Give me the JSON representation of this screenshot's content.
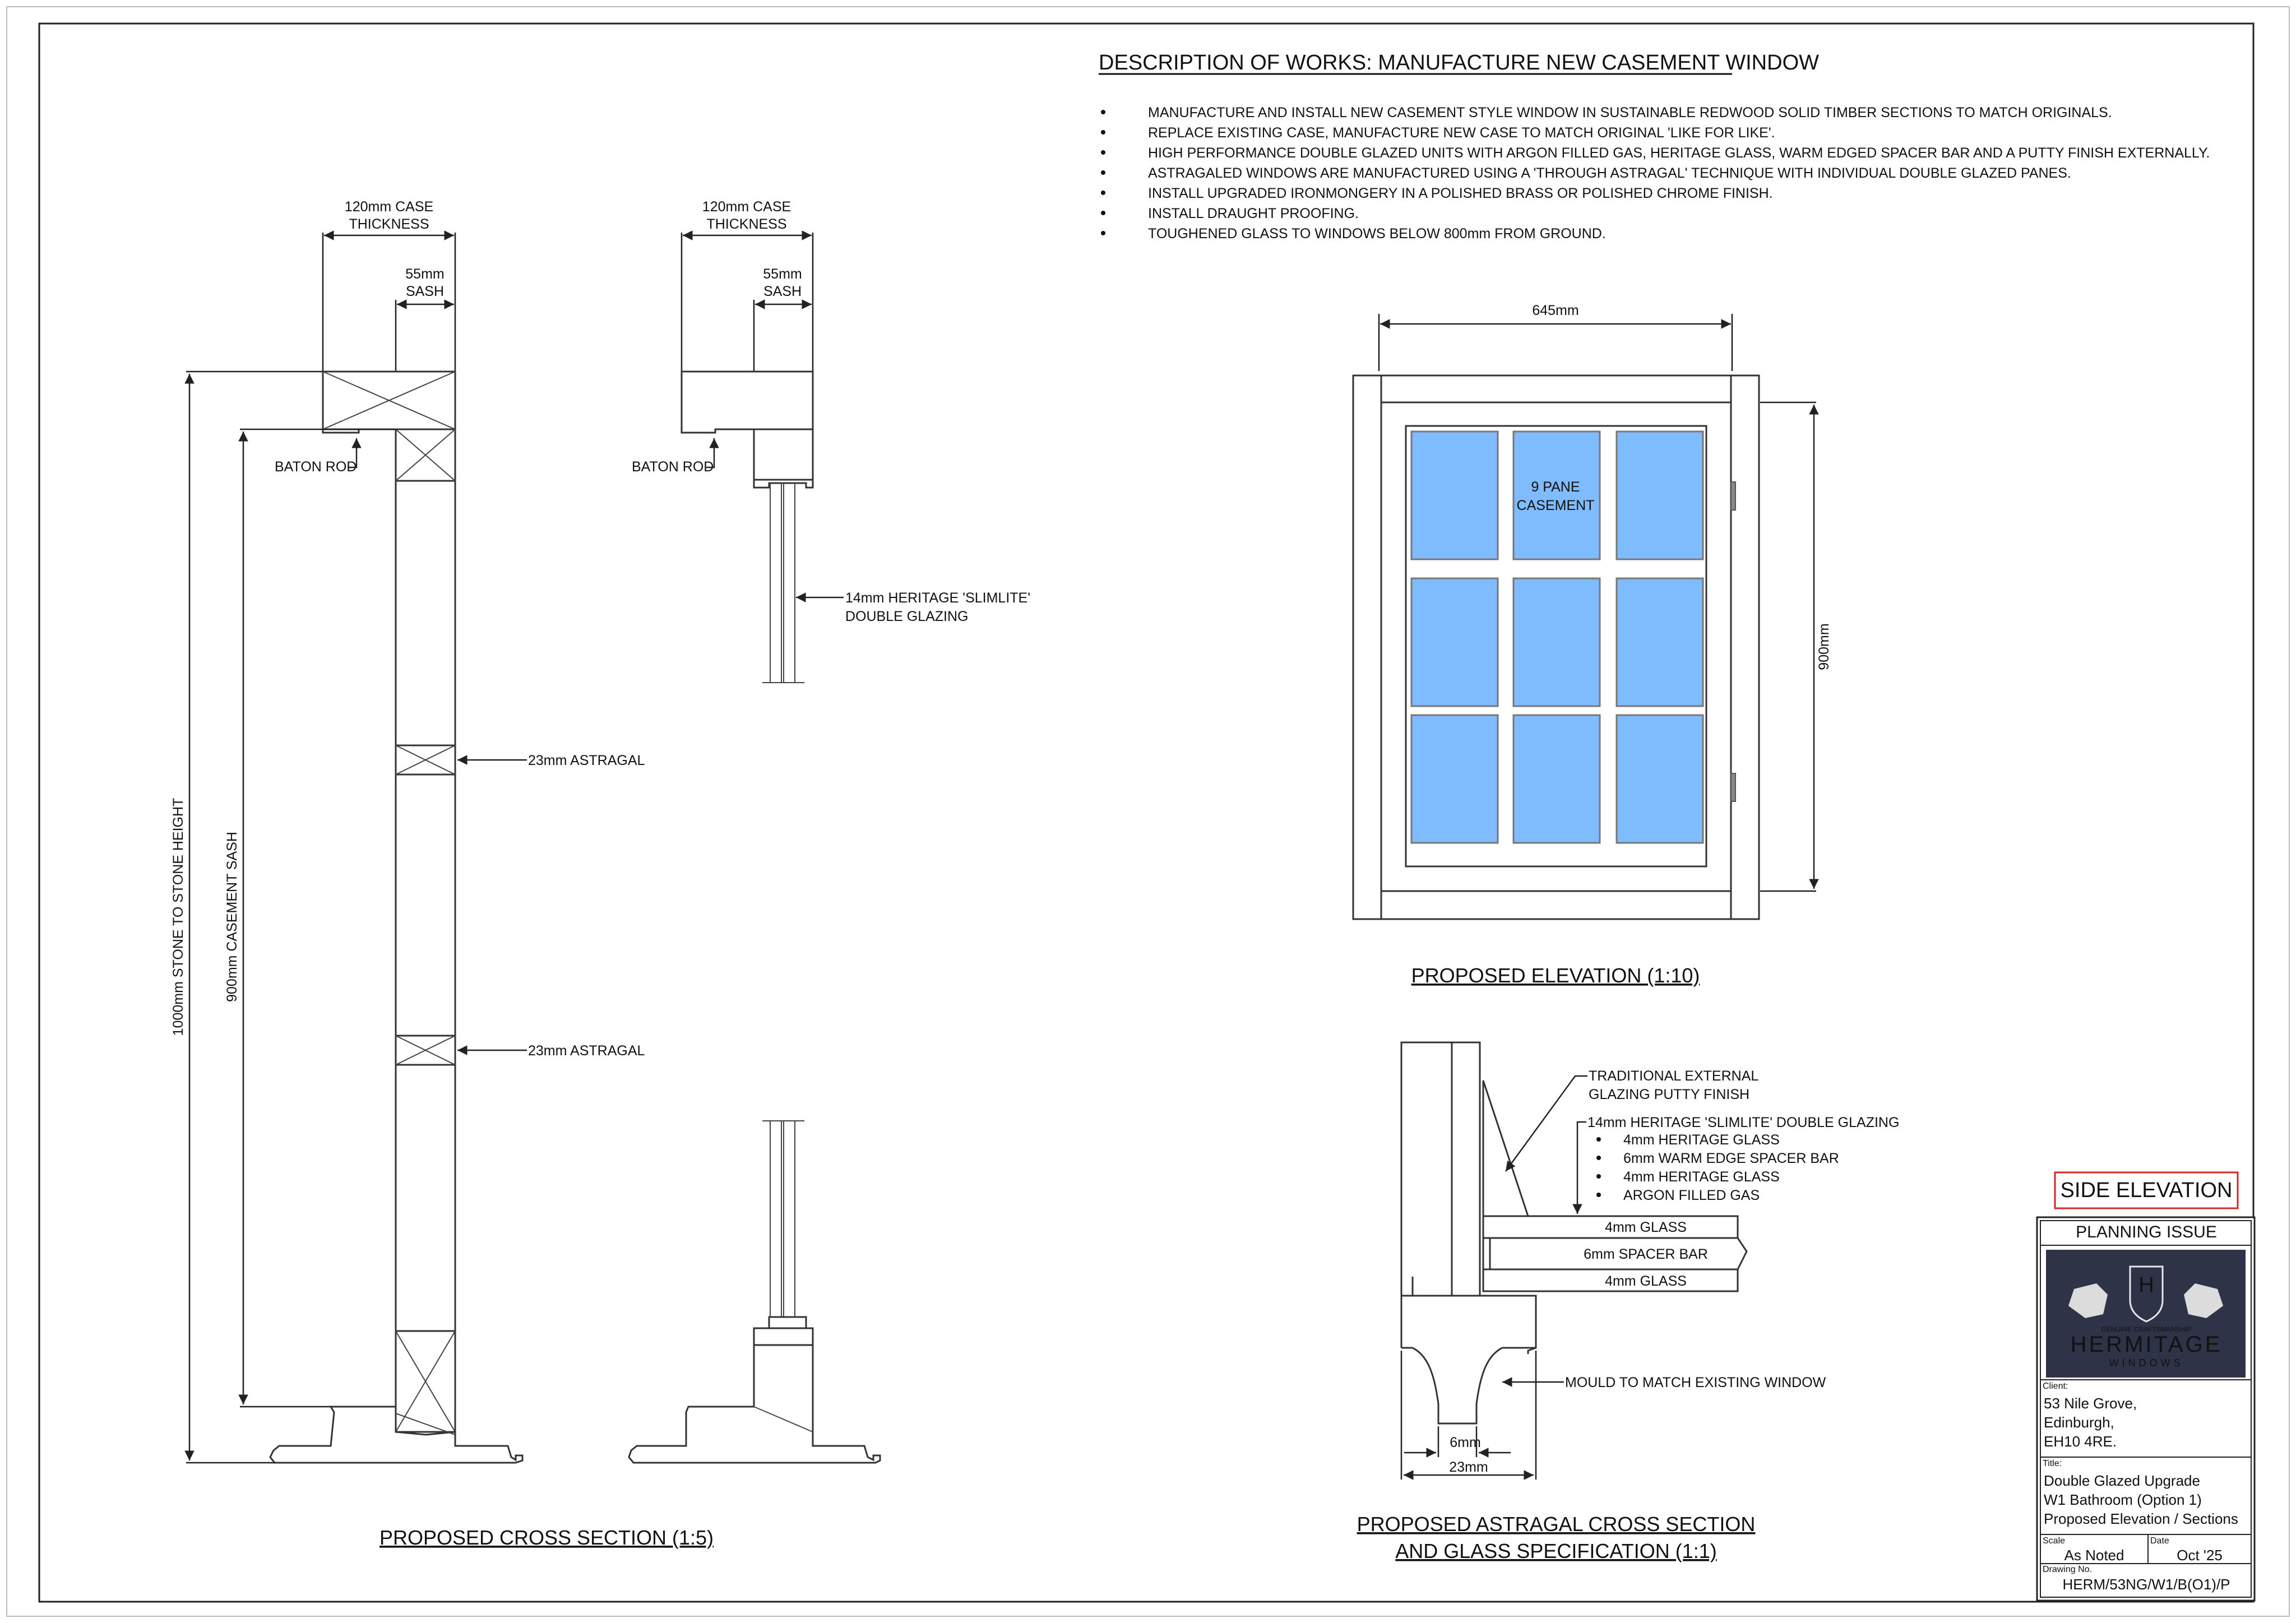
{
  "description": {
    "heading": "DESCRIPTION OF WORKS: MANUFACTURE NEW CASEMENT WINDOW",
    "bullets": [
      "MANUFACTURE AND INSTALL NEW CASEMENT STYLE WINDOW IN SUSTAINABLE REDWOOD SOLID TIMBER SECTIONS TO MATCH ORIGINALS.",
      "REPLACE EXISTING CASE, MANUFACTURE NEW CASE TO MATCH ORIGINAL 'LIKE FOR LIKE'.",
      "HIGH PERFORMANCE DOUBLE GLAZED UNITS WITH ARGON FILLED GAS, HERITAGE GLASS, WARM EDGED SPACER BAR AND A PUTTY FINISH EXTERNALLY.",
      "ASTRAGALED WINDOWS ARE MANUFACTURED USING A 'THROUGH ASTRAGAL' TECHNIQUE WITH INDIVIDUAL DOUBLE GLAZED PANES.",
      "INSTALL UPGRADED IRONMONGERY IN A POLISHED BRASS OR POLISHED CHROME FINISH.",
      "INSTALL DRAUGHT PROOFING.",
      "TOUGHENED GLASS TO WINDOWS BELOW 800mm FROM GROUND."
    ]
  },
  "section_left": {
    "case_line1": "120mm CASE",
    "case_line2": "THICKNESS",
    "sash_line1": "55mm",
    "sash_line2": "SASH",
    "baton": "BATON ROD",
    "astragal1": "23mm ASTRAGAL",
    "astragal2": "23mm ASTRAGAL",
    "height_outer": "1000mm STONE TO STONE HEIGHT",
    "height_inner": "900mm CASEMENT SASH",
    "title": "PROPOSED CROSS SECTION (1:5)"
  },
  "section_right": {
    "case_line1": "120mm CASE",
    "case_line2": "THICKNESS",
    "sash_line1": "55mm",
    "sash_line2": "SASH",
    "baton": "BATON ROD",
    "glazing_line1": "14mm HERITAGE 'SLIMLITE'",
    "glazing_line2": "DOUBLE GLAZING"
  },
  "elevation": {
    "width": "645mm",
    "height": "900mm",
    "pane_line1": "9 PANE",
    "pane_line2": "CASEMENT",
    "title": "PROPOSED ELEVATION (1:10)",
    "glass_color": "#7fbcff"
  },
  "astragal_detail": {
    "putty_line1": "TRADITIONAL EXTERNAL",
    "putty_line2": "GLAZING PUTTY FINISH",
    "glazing_head": "14mm HERITAGE 'SLIMLITE' DOUBLE GLAZING",
    "spec": [
      "4mm HERITAGE GLASS",
      "6mm WARM EDGE SPACER BAR",
      "4mm HERITAGE GLASS",
      "ARGON FILLED GAS"
    ],
    "glass_top": "4mm GLASS",
    "spacer": "6mm SPACER BAR",
    "glass_bottom": "4mm GLASS",
    "mould": "MOULD TO MATCH EXISTING WINDOW",
    "dim_6": "6mm",
    "dim_23": "23mm",
    "title_line1": "PROPOSED  ASTRAGAL CROSS SECTION",
    "title_line2": "AND GLASS SPECIFICATION (1:1)"
  },
  "title_block": {
    "side_elevation": "SIDE ELEVATION",
    "side_elevation_color": "#d62728",
    "planning": "PLANNING ISSUE",
    "logo_monogram": "H",
    "logo_tagline": "GENUINE CRAFTSMANSHIP",
    "logo_name": "HERMITAGE",
    "logo_sub": "WINDOWS",
    "client_label": "Client:",
    "client_lines": [
      "53 Nile Grove,",
      "Edinburgh,",
      "EH10 4RE."
    ],
    "title_label": "Title:",
    "title_lines": [
      "Double Glazed Upgrade",
      "W1 Bathroom (Option 1)",
      "Proposed Elevation / Sections"
    ],
    "scale_label": "Scale",
    "scale_value": "As Noted",
    "date_label": "Date",
    "date_value": "Oct '25",
    "drawing_label": "Drawing No.",
    "drawing_value": "HERM/53NG/W1/B(O1)/P"
  }
}
